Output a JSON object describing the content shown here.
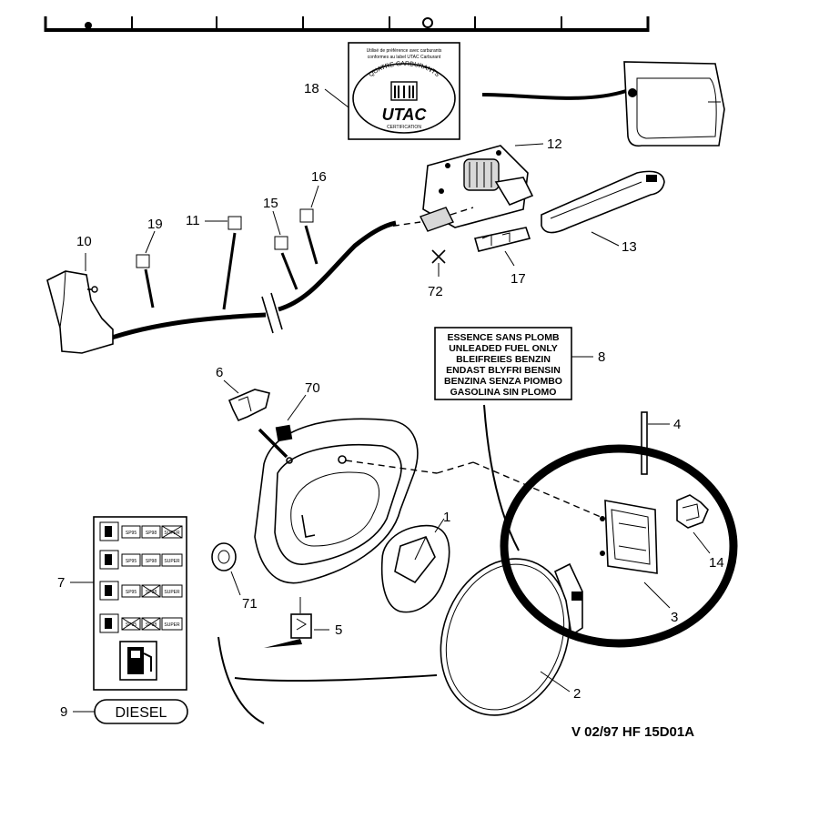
{
  "callouts": {
    "c1": "1",
    "c2": "2",
    "c3": "3",
    "c4": "4",
    "c5": "5",
    "c6": "6",
    "c7": "7",
    "c8": "8",
    "c9": "9",
    "c10": "10",
    "c11": "11",
    "c12": "12",
    "c13": "13",
    "c14": "14",
    "c15": "15",
    "c16": "16",
    "c17": "17",
    "c18": "18",
    "c19": "19",
    "c70": "70",
    "c71": "71",
    "c72": "72"
  },
  "utac_label": {
    "top_line_1": "Utilisé de préférence avec carburants",
    "top_line_2": "conformes au label UTAC Carburant",
    "arc_text": "QUATRE CARBURANTS",
    "logo_text": "UTAC",
    "bottom_text": "CERTIFICATION"
  },
  "fuel_warning": [
    "ESSENCE SANS PLOMB",
    "UNLEADED FUEL ONLY",
    "BLEIFREIES BENZIN",
    "ENDAST BLYFRI BENSIN",
    "BENZINA SENZA PIOMBO",
    "GASOLINA SIN PLOMO"
  ],
  "fuel_grades_rows": [
    [
      "SP95",
      "SP98",
      "SUPER"
    ],
    [
      "SP95",
      "SP98",
      "SUPER"
    ],
    [
      "SP95",
      "SP98",
      "SUPER"
    ],
    [
      "SP95",
      "SP98",
      "SUPER"
    ]
  ],
  "diesel_label": "DIESEL",
  "reference": "V 02/97  HF 15D01A",
  "highlight_color": "#000000"
}
